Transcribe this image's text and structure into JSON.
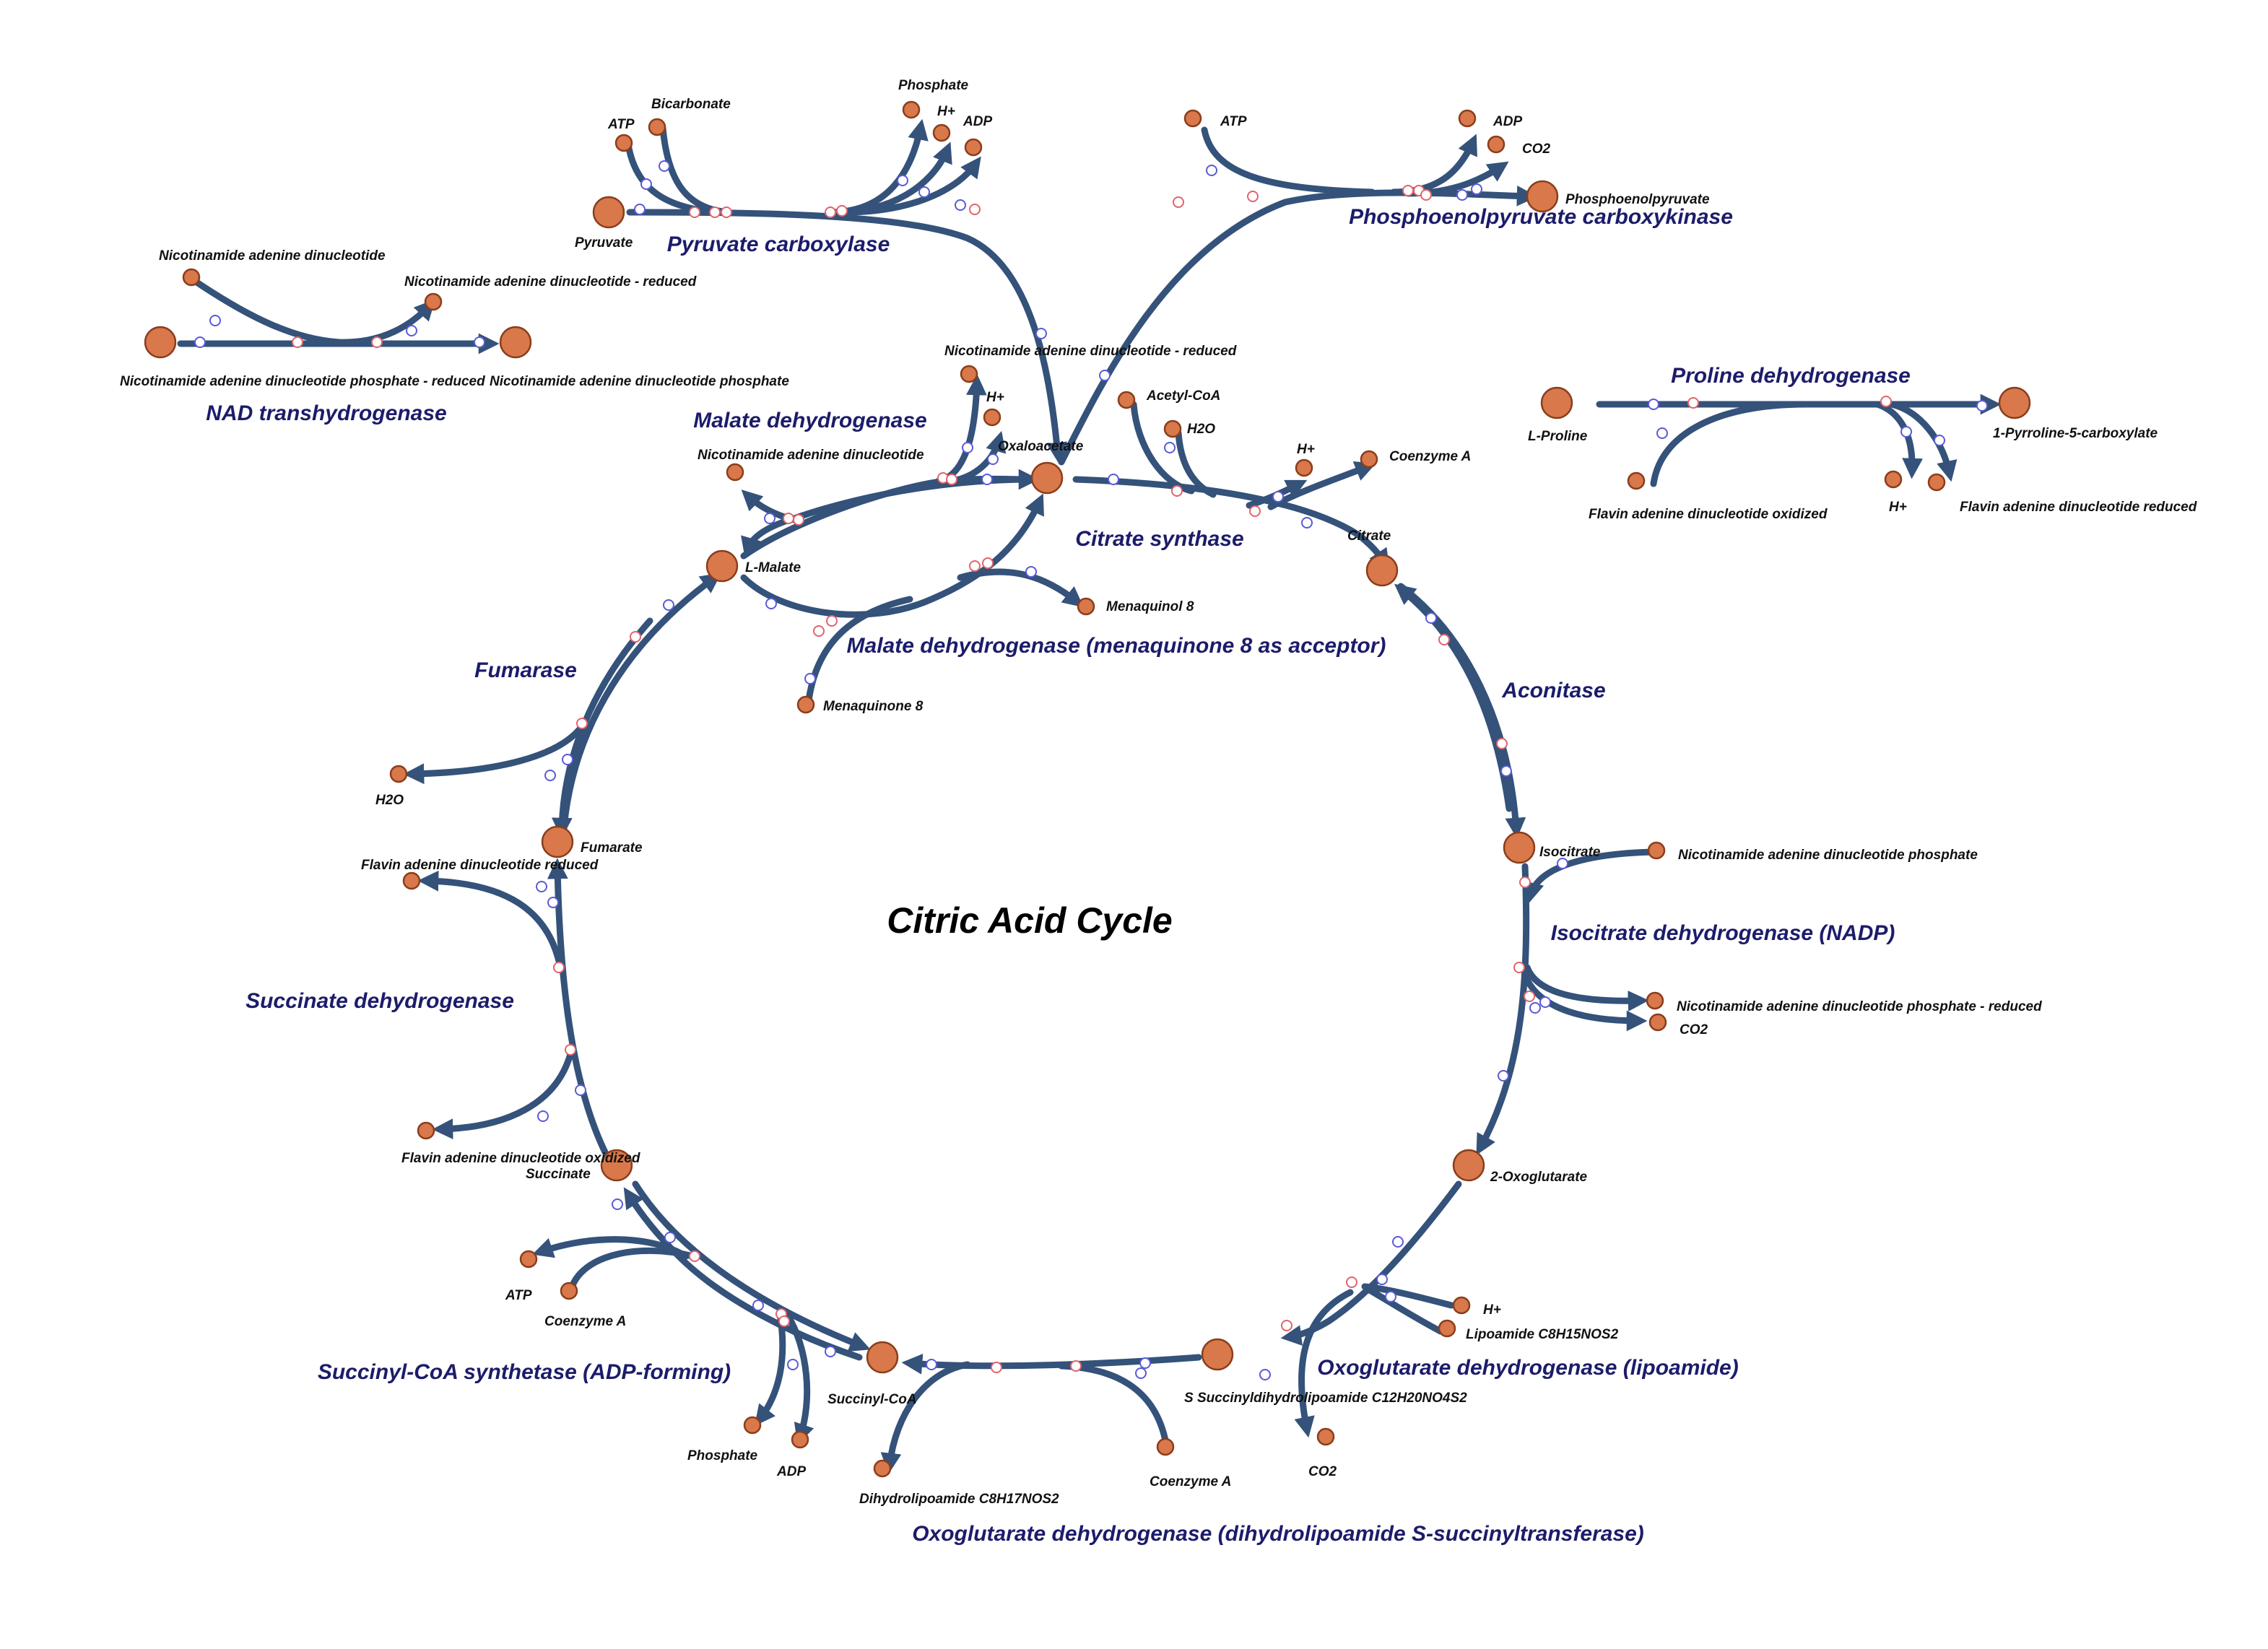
{
  "title": "Citric Acid Cycle",
  "colors": {
    "arrow": "#34527a",
    "metabolite": "#d9784a",
    "enzyme_label": "#1c1c6b"
  },
  "enzymes": {
    "nad_transhydrogenase": "NAD transhydrogenase",
    "pyruvate_carboxylase": "Pyruvate carboxylase",
    "pepck": "Phosphoenolpyruvate carboxykinase",
    "proline_dehydrogenase": "Proline dehydrogenase",
    "malate_dehydrogenase": "Malate dehydrogenase",
    "citrate_synthase": "Citrate synthase",
    "malate_dehydrogenase_mq": "Malate dehydrogenase (menaquinone 8 as acceptor)",
    "fumarase": "Fumarase",
    "aconitase": "Aconitase",
    "isocitrate_dehydrogenase": "Isocitrate dehydrogenase (NADP)",
    "succinate_dehydrogenase": "Succinate dehydrogenase",
    "succinyl_coa_synthetase": "Succinyl-CoA synthetase (ADP-forming)",
    "oxoglutarate_dehydrogenase_lipo": "Oxoglutarate dehydrogenase (lipoamide)",
    "oxoglutarate_dehydrogenase_dhl": "Oxoglutarate dehydrogenase (dihydrolipoamide S-succinyltransferase)"
  },
  "metabolites": {
    "nad_a": "Nicotinamide adenine dinucleotide",
    "nadh_a": "Nicotinamide adenine dinucleotide - reduced",
    "nadph_a": "Nicotinamide adenine dinucleotide phosphate - reduced",
    "nadp_a": "Nicotinamide adenine dinucleotide phosphate",
    "atp_pc": "ATP",
    "bicarbonate": "Bicarbonate",
    "phosphate_pc": "Phosphate",
    "hplus_pc": "H+",
    "adp_pc": "ADP",
    "pyruvate": "Pyruvate",
    "atp_pepck": "ATP",
    "adp_pepck": "ADP",
    "co2_pepck": "CO2",
    "pep": "Phosphoenolpyruvate",
    "l_proline": "L-Proline",
    "p5c": "1-Pyrroline-5-carboxylate",
    "fad_ox_pro": "Flavin adenine dinucleotide oxidized",
    "hplus_pro": "H+",
    "fad_red_pro": "Flavin adenine dinucleotide reduced",
    "nadh_mdh": "Nicotinamide adenine dinucleotide - reduced",
    "hplus_mdh": "H+",
    "nad_mdh": "Nicotinamide adenine dinucleotide",
    "oxaloacetate": "Oxaloacetate",
    "acetyl_coa": "Acetyl-CoA",
    "h2o_cs": "H2O",
    "hplus_cs": "H+",
    "coa_cs": "Coenzyme A",
    "citrate": "Citrate",
    "l_malate": "L-Malate",
    "menaquinol": "Menaquinol 8",
    "menaquinone": "Menaquinone 8",
    "h2o_fum": "H2O",
    "fumarate": "Fumarate",
    "isocitrate": "Isocitrate",
    "nadp_icd": "Nicotinamide adenine dinucleotide phosphate",
    "nadph_icd": "Nicotinamide adenine dinucleotide phosphate - reduced",
    "co2_icd": "CO2",
    "fad_red_sdh": "Flavin adenine dinucleotide reduced",
    "fad_ox_sdh": "Flavin adenine dinucleotide oxidized",
    "succinate": "Succinate",
    "oxoglutarate": "2-Oxoglutarate",
    "atp_scs": "ATP",
    "coa_scs": "Coenzyme A",
    "phosphate_scs": "Phosphate",
    "adp_scs": "ADP",
    "succinyl_coa": "Succinyl-CoA",
    "dihydrolipoamide": "Dihydrolipoamide C8H17NOS2",
    "coa_ogdh": "Coenzyme A",
    "hplus_ogdh": "H+",
    "lipoamide": "Lipoamide C8H15NOS2",
    "s_succinyl": "S Succinyldihydrolipoamide C12H20NO4S2",
    "co2_ogdh": "CO2"
  }
}
